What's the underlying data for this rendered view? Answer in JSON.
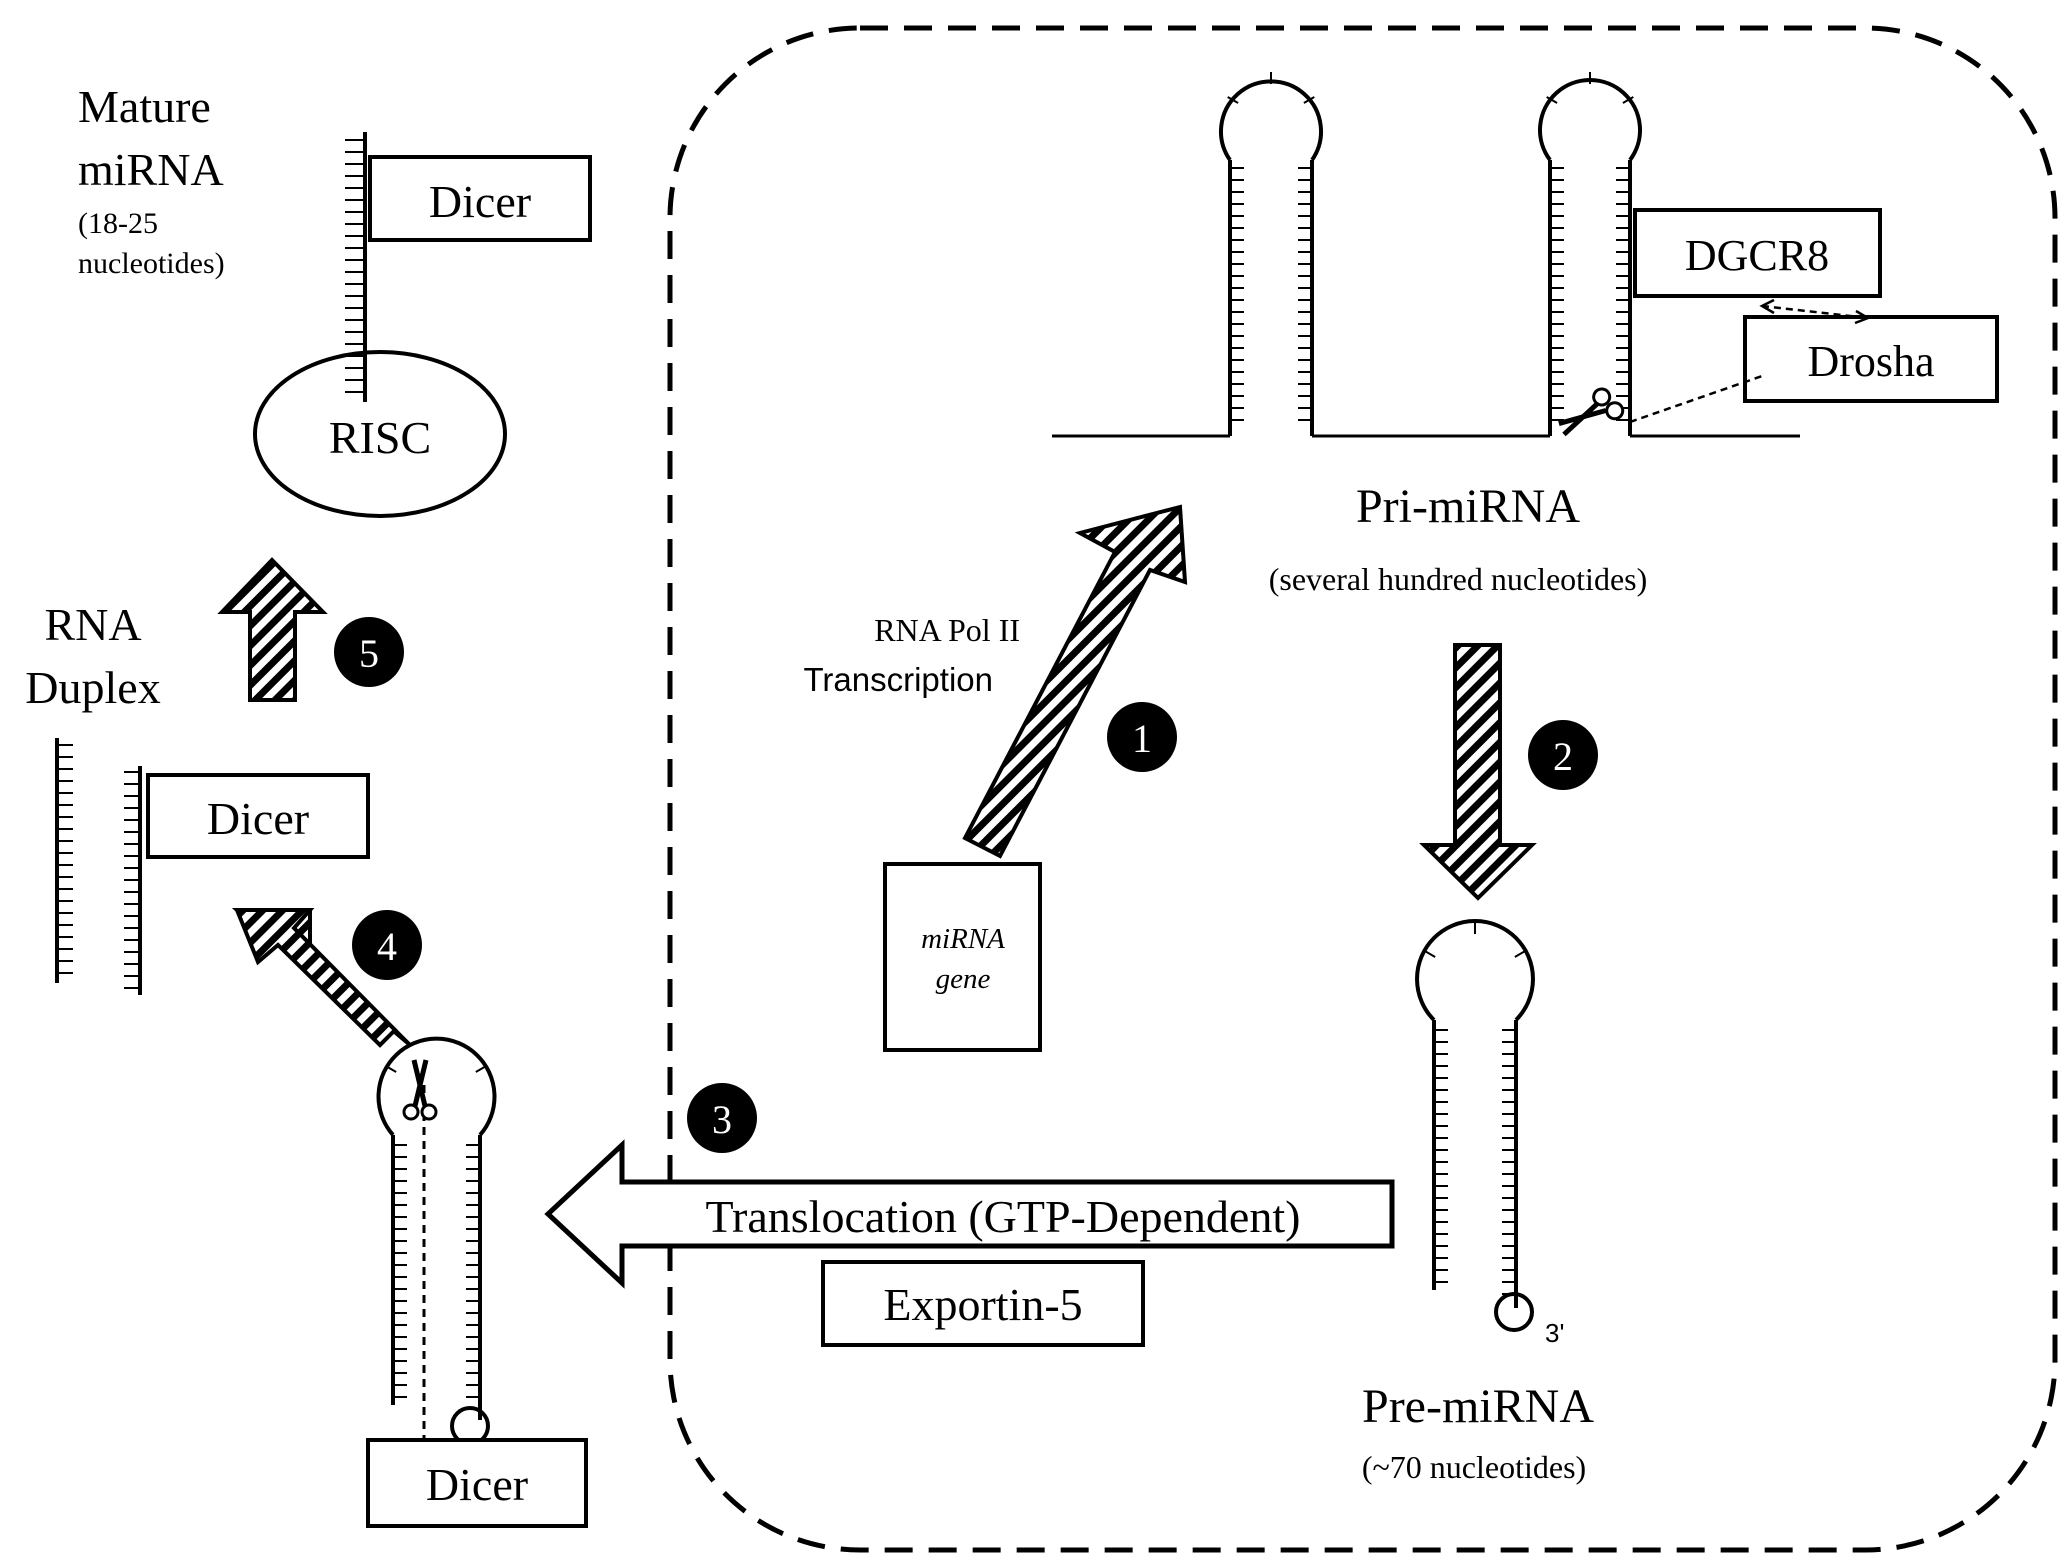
{
  "labels": {
    "mature_mirna": [
      "Mature",
      "miRNA"
    ],
    "mature_mirna_size": [
      "(18-25",
      "nucleotides)"
    ],
    "rna_duplex": [
      "RNA",
      "Duplex"
    ],
    "pri_mirna": "Pri-miRNA",
    "pri_mirna_size": "(several hundred nucleotides)",
    "pre_mirna": "Pre-miRNA",
    "pre_mirna_size": "(~70 nucleotides)",
    "rna_pol_ii": "RNA Pol II",
    "transcription": "Transcription",
    "mirna_gene": [
      "miRNA",
      "gene"
    ],
    "translocation": "Translocation (GTP-Dependent)",
    "three_prime": "3'"
  },
  "boxes": {
    "dicer_top": "Dicer",
    "dicer_middle": "Dicer",
    "dicer_bottom": "Dicer",
    "dgcr8": "DGCR8",
    "drosha": "Drosha",
    "exportin": "Exportin-5",
    "risc": "RISC"
  },
  "steps": [
    "1",
    "2",
    "3",
    "4",
    "5"
  ],
  "colors": {
    "stroke": "#000000",
    "background": "#ffffff",
    "step_badge": "#000000"
  },
  "icons": [
    "scissors-icon",
    "hairpin-loop-icon",
    "hatched-arrow-icon"
  ]
}
